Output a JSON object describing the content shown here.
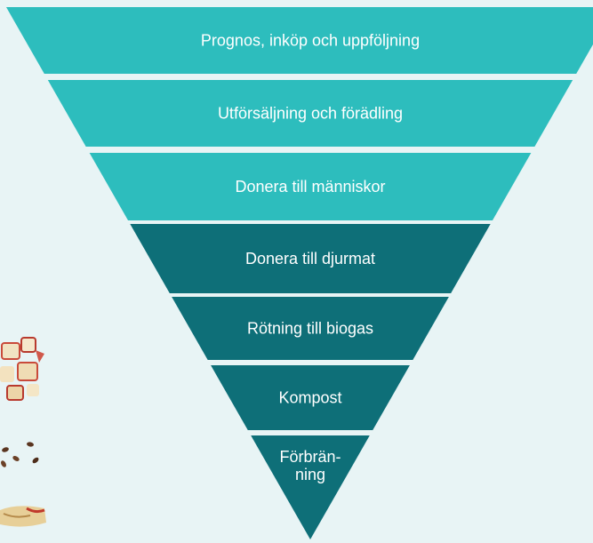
{
  "colors": {
    "background": "#e8f4f5",
    "light_teal": "#2dbdbd",
    "dark_teal": "#0e6f78",
    "label_text": "#ffffff"
  },
  "levels": [
    {
      "lines": [
        "Prognos, inköp och uppföljning"
      ],
      "tone": "light"
    },
    {
      "lines": [
        "Utförsäljning och förädling"
      ],
      "tone": "light"
    },
    {
      "lines": [
        "Donera till människor"
      ],
      "tone": "light"
    },
    {
      "lines": [
        "Donera till djurmat"
      ],
      "tone": "dark"
    },
    {
      "lines": [
        "Rötning till biogas"
      ],
      "tone": "dark"
    },
    {
      "lines": [
        "Kompost"
      ],
      "tone": "dark"
    },
    {
      "lines": [
        "Förbrän-",
        "ning"
      ],
      "tone": "dark"
    }
  ],
  "decor_icons": [
    "apple-pieces-icon",
    "seeds-icon",
    "apple-core-icon"
  ]
}
